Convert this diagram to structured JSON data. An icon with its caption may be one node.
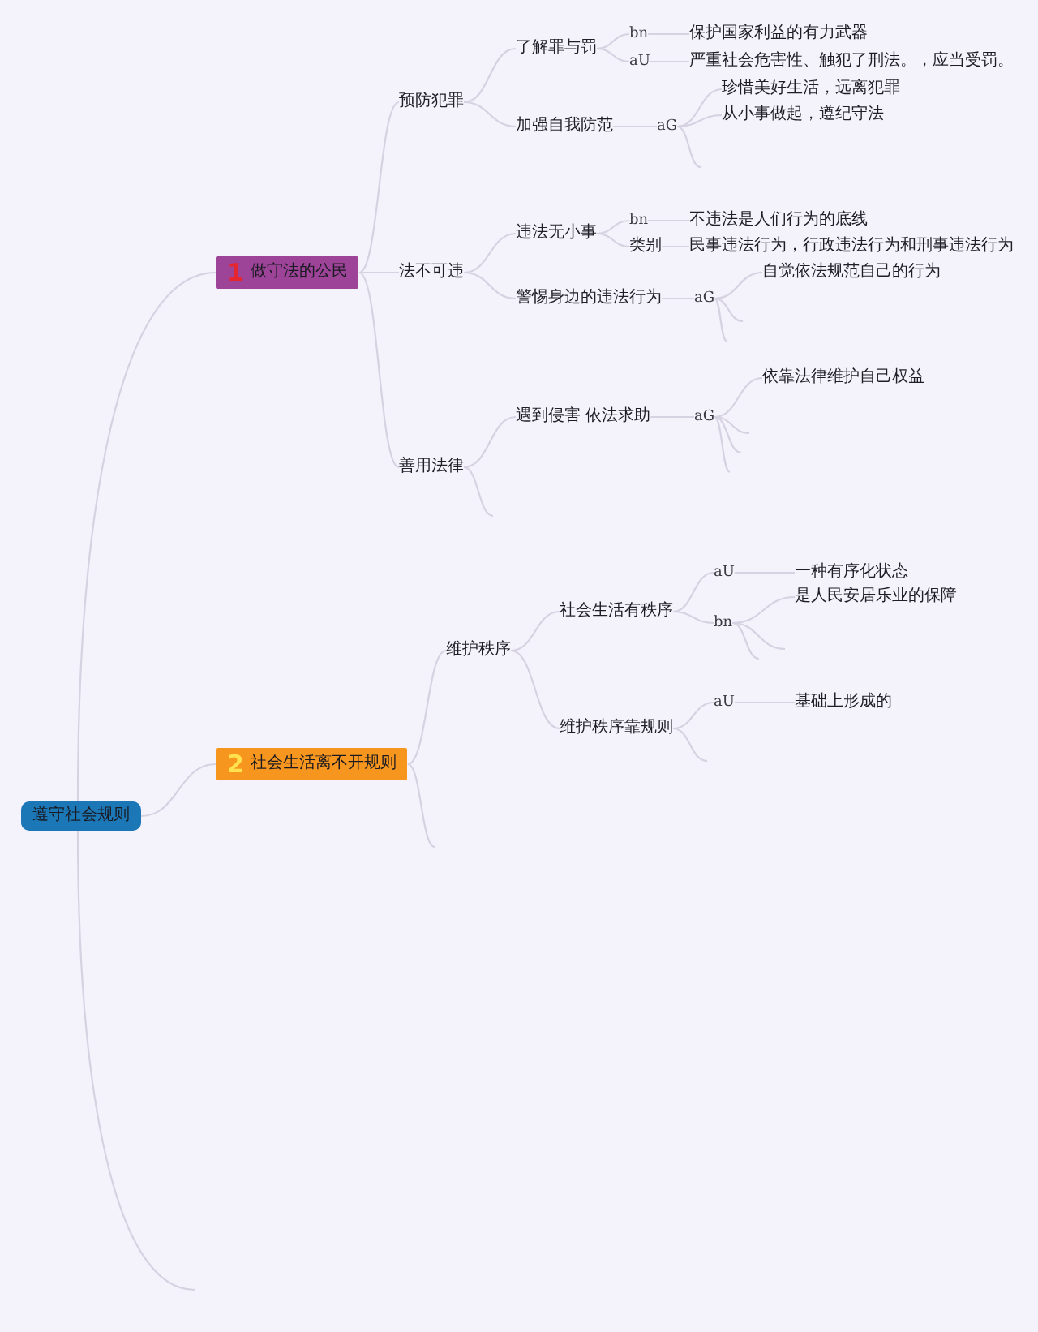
{
  "diagram": {
    "nodes": [
      {
        "text": [
          "遵守社会规则"
        ]
      },
      {
        "text": [
          "1",
          "做守法的公民"
        ]
      },
      {
        "text": [
          "预防犯罪"
        ]
      },
      {
        "text": [
          "了解罪与罚"
        ]
      },
      {
        "text": [
          "bn"
        ]
      },
      {
        "text": [
          "保护国家利益的有力武器"
        ]
      },
      {
        "text": [
          "aU"
        ]
      },
      {
        "text": [
          "严重社会危害性、触犯了刑法。，应当受罚。"
        ]
      },
      {
        "text": [
          "加强自我防范"
        ]
      },
      {
        "text": [
          "aG"
        ]
      },
      {
        "text": [
          "珍惜美好生活，远离犯罪"
        ]
      },
      {
        "text": [
          "从小事做起，遵纪守法"
        ]
      },
      {
        "text": [
          "法不可违"
        ]
      },
      {
        "text": [
          "违法无小事"
        ]
      },
      {
        "text": [
          "bn"
        ]
      },
      {
        "text": [
          "不违法是人们行为的底线"
        ]
      },
      {
        "text": [
          "类别"
        ]
      },
      {
        "text": [
          "民事违法行为，行政违法行为和刑事违法行为"
        ]
      },
      {
        "text": [
          "警惕身边的违法行为"
        ]
      },
      {
        "text": [
          "aG"
        ]
      },
      {
        "text": [
          "自觉依法规范自己的行为"
        ]
      },
      {
        "text": [
          "善用法律"
        ]
      },
      {
        "text": [
          "遇到侵害 依法求助"
        ]
      },
      {
        "text": [
          "aG"
        ]
      },
      {
        "text": [
          "依靠法律维护自己权益"
        ]
      },
      {
        "text": [
          "2",
          "社会生活离不开规则"
        ]
      },
      {
        "text": [
          "维护秩序"
        ]
      },
      {
        "text": [
          "社会生活有秩序"
        ]
      },
      {
        "text": [
          "aU"
        ]
      },
      {
        "text": [
          "一种有序化状态"
        ]
      },
      {
        "text": [
          "bn"
        ]
      },
      {
        "text": [
          "是人民安居乐业的保障"
        ]
      },
      {
        "text": [
          "维护秩序靠规则"
        ]
      },
      {
        "text": [
          "aU"
        ]
      },
      {
        "text": [
          "基础上形成的"
        ]
      }
    ],
    "edges": [
      {
        "from": 0,
        "to": 1,
        "arrow": "none"
      },
      {
        "from": 1,
        "to": 2,
        "arrow": "none"
      },
      {
        "from": 2,
        "to": 3,
        "arrow": "none"
      },
      {
        "from": 3,
        "to": 4,
        "arrow": "none"
      },
      {
        "from": 4,
        "to": 5,
        "arrow": "none"
      },
      {
        "from": 3,
        "to": 6,
        "arrow": "none"
      },
      {
        "from": 6,
        "to": 7,
        "arrow": "none"
      },
      {
        "from": 2,
        "to": 8,
        "arrow": "none"
      },
      {
        "from": 8,
        "to": 9,
        "arrow": "none"
      },
      {
        "from": 9,
        "to": 10,
        "arrow": "none"
      },
      {
        "from": 9,
        "to": 11,
        "arrow": "none"
      },
      {
        "from": 9,
        "to": null,
        "arrow": "none"
      },
      {
        "from": 1,
        "to": 12,
        "arrow": "none"
      },
      {
        "from": 12,
        "to": 13,
        "arrow": "none"
      },
      {
        "from": 13,
        "to": 14,
        "arrow": "none"
      },
      {
        "from": 14,
        "to": 15,
        "arrow": "none"
      },
      {
        "from": 13,
        "to": 16,
        "arrow": "none"
      },
      {
        "from": 16,
        "to": 17,
        "arrow": "none"
      },
      {
        "from": 12,
        "to": 18,
        "arrow": "none"
      },
      {
        "from": 18,
        "to": 19,
        "arrow": "none"
      },
      {
        "from": 19,
        "to": 20,
        "arrow": "none"
      },
      {
        "from": 19,
        "to": null,
        "arrow": "none"
      },
      {
        "from": 19,
        "to": null,
        "arrow": "none"
      },
      {
        "from": 1,
        "to": 21,
        "arrow": "none"
      },
      {
        "from": 21,
        "to": 22,
        "arrow": "none"
      },
      {
        "from": 22,
        "to": 23,
        "arrow": "none"
      },
      {
        "from": 23,
        "to": 24,
        "arrow": "none"
      },
      {
        "from": 23,
        "to": null,
        "arrow": "none"
      },
      {
        "from": 23,
        "to": null,
        "arrow": "none"
      },
      {
        "from": 23,
        "to": null,
        "arrow": "none"
      },
      {
        "from": 21,
        "to": null,
        "arrow": "none"
      },
      {
        "from": 0,
        "to": 25,
        "arrow": "none"
      },
      {
        "from": 25,
        "to": 26,
        "arrow": "none"
      },
      {
        "from": 26,
        "to": 27,
        "arrow": "none"
      },
      {
        "from": 27,
        "to": 28,
        "arrow": "none"
      },
      {
        "from": 28,
        "to": 29,
        "arrow": "none"
      },
      {
        "from": 27,
        "to": 30,
        "arrow": "none"
      },
      {
        "from": 30,
        "to": 31,
        "arrow": "none"
      },
      {
        "from": 30,
        "to": null,
        "arrow": "none"
      },
      {
        "from": 30,
        "to": null,
        "arrow": "none"
      },
      {
        "from": 26,
        "to": 32,
        "arrow": "none"
      },
      {
        "from": 32,
        "to": 33,
        "arrow": "none"
      },
      {
        "from": 33,
        "to": 34,
        "arrow": "none"
      },
      {
        "from": 32,
        "to": null,
        "arrow": "none"
      },
      {
        "from": 25,
        "to": null,
        "arrow": "none"
      },
      {
        "from": 0,
        "to": null,
        "arrow": "none"
      }
    ]
  }
}
